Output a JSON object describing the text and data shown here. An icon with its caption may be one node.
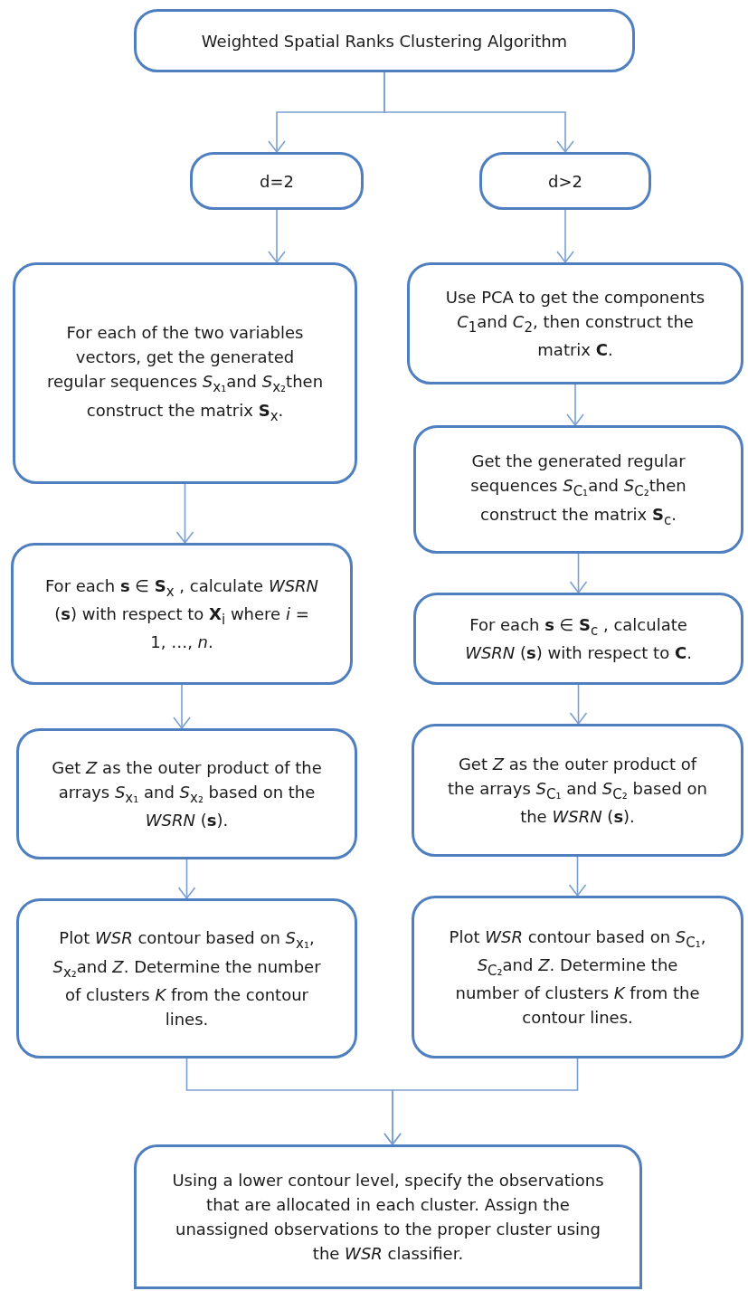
{
  "diagram": {
    "nodes": [
      {
        "text": [
          "Weighted Spatial Ranks Clustering Algorithm"
        ]
      },
      {
        "text": [
          "d=2"
        ]
      },
      {
        "text": [
          "d>2"
        ]
      },
      {
        "text": [
          "For each of the two variables vectors, get the generated regular sequences *S*$_{x₁}$and *S*$_{x₂}$then construct the matrix **S**$_{x}$."
        ]
      },
      {
        "text": [
          "Use PCA to get the components *C*$_{1}$and *C*$_{2}$, then construct the matrix **C**."
        ]
      },
      {
        "text": [
          "Get the generated regular sequences *S*$_{C₁}$and *S*$_{C₂}$then construct the matrix **S**$_{c}$."
        ]
      },
      {
        "text": [
          "For each **s** ∈ **S**$_{x}$ , calculate *WSRN* (**s**) with respect to **X**$_{i}$ where *i* = 1, …, *n*."
        ]
      },
      {
        "text": [
          "For each **s** ∈ **S**$_{c}$ , calculate *WSRN* (**s**) with respect to **C**."
        ]
      },
      {
        "text": [
          "Get *Z* as the outer product of the arrays *S*$_{x₁}$ and *S*$_{x₂}$ based on the *WSRN* (**s**)."
        ]
      },
      {
        "text": [
          "Get *Z* as the outer product of the arrays *S*$_{C₁}$ and *S*$_{C₂}$ based on the *WSRN* (**s**)."
        ]
      },
      {
        "text": [
          "Plot *WSR* contour based on *S*$_{x₁}$, *S*$_{x₂}$and *Z*. Determine the number of clusters *K* from the contour lines."
        ]
      },
      {
        "text": [
          "Plot *WSR* contour based on *S*$_{C₁}$, *S*$_{C₂}$and *Z*. Determine the number of clusters *K* from the contour lines."
        ]
      },
      {
        "text": [
          "Using a lower contour level, specify the observations that are allocated in each cluster. Assign the unassigned observations to the proper cluster using the *WSR* classifier."
        ]
      }
    ],
    "edges": [
      {
        "from": 0,
        "to": 1,
        "arrow": "to"
      },
      {
        "from": 0,
        "to": 2,
        "arrow": "to"
      },
      {
        "from": 1,
        "to": 3,
        "arrow": "to"
      },
      {
        "from": 3,
        "to": 6,
        "arrow": "to"
      },
      {
        "from": 6,
        "to": 8,
        "arrow": "to"
      },
      {
        "from": 8,
        "to": 10,
        "arrow": "to"
      },
      {
        "from": 2,
        "to": 4,
        "arrow": "to"
      },
      {
        "from": 4,
        "to": 5,
        "arrow": "to"
      },
      {
        "from": 5,
        "to": 7,
        "arrow": "to"
      },
      {
        "from": 7,
        "to": 9,
        "arrow": "to"
      },
      {
        "from": 9,
        "to": 11,
        "arrow": "to"
      },
      {
        "from": 10,
        "to": 12,
        "arrow": "to"
      },
      {
        "from": 11,
        "to": 12,
        "arrow": "to"
      }
    ]
  }
}
